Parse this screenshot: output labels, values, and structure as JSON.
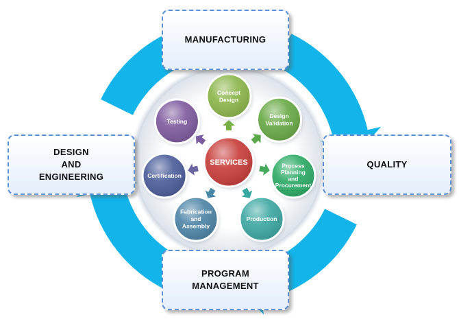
{
  "colors": {
    "cycle_arrow": "#12b4ea",
    "box_border": "#5b8fd6",
    "core": "#c83f3c"
  },
  "outer_cycle": [
    {
      "id": "manufacturing",
      "label": "MANUFACTURING"
    },
    {
      "id": "quality",
      "label": "QUALITY"
    },
    {
      "id": "program",
      "label": "PROGRAM\nMANAGEMENT"
    },
    {
      "id": "design",
      "label": "DESIGN\nAND\nENGINEERING"
    }
  ],
  "core": {
    "label": "SERVICES"
  },
  "services": [
    {
      "label": "Concept\nDesign",
      "color": "#8db64d"
    },
    {
      "label": "Design\nValidation",
      "color": "#6aaa47"
    },
    {
      "label": "Process\nPlanning\nand\nProcurement",
      "color": "#2fab67"
    },
    {
      "label": "Production",
      "color": "#3fa8a3"
    },
    {
      "label": "Fabrication\nand\nAssembly",
      "color": "#4f85a7"
    },
    {
      "label": "Certification",
      "color": "#4d5f9b"
    },
    {
      "label": "Testing",
      "color": "#7f5b9e"
    }
  ]
}
